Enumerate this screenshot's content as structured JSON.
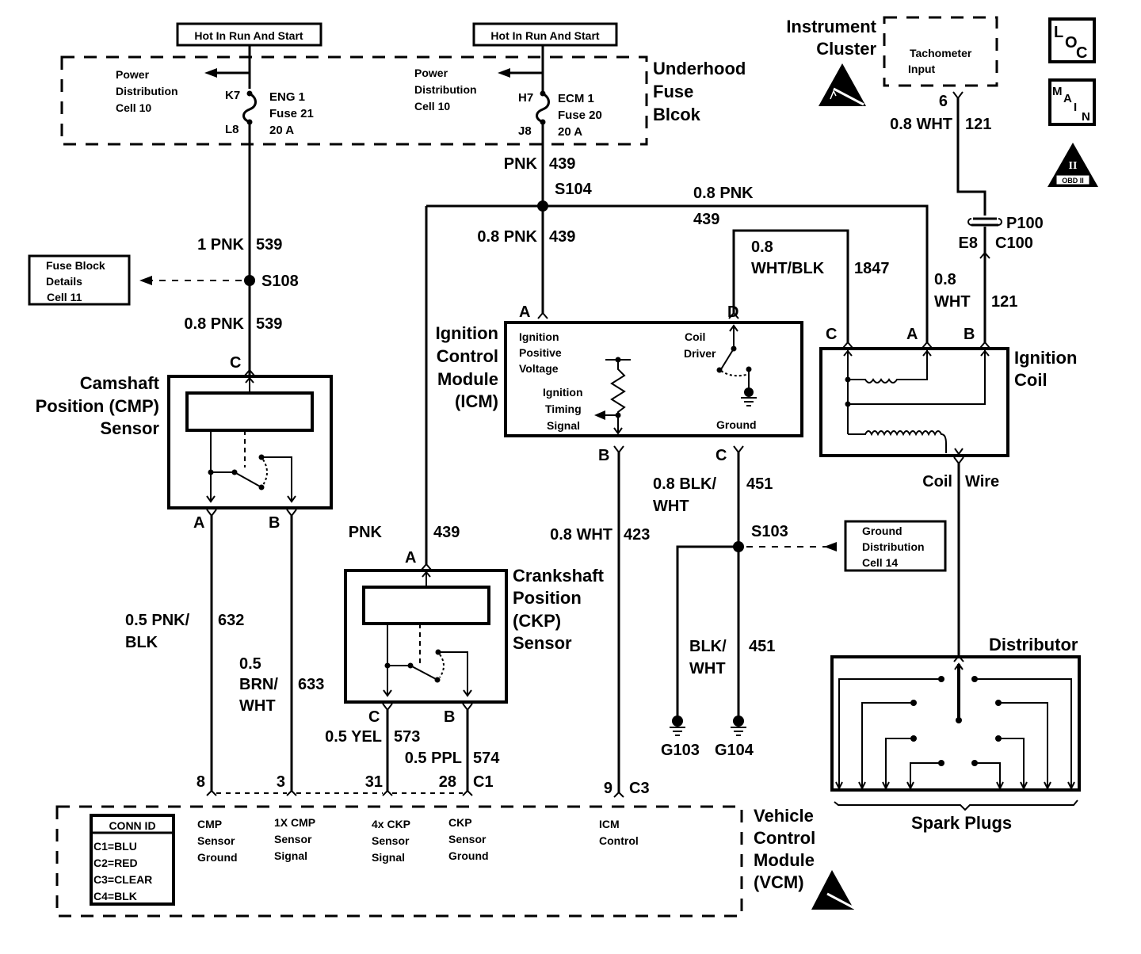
{
  "diagram": {
    "title": "Ignition System Wiring Schematic",
    "power_labels": {
      "left": "Hot In Run And Start",
      "right": "Hot In Run And Start"
    },
    "underhood_fuse_block": {
      "name_lines": [
        "Underhood",
        "Fuse",
        "Blcok"
      ],
      "left_cell": [
        "Power",
        "Distribution",
        "Cell 10"
      ],
      "right_cell": [
        "Power",
        "Distribution",
        "Cell 10"
      ],
      "fuse_left": {
        "in_pin": "K7",
        "out_pin": "L8",
        "lines": [
          "ENG 1",
          "Fuse 21",
          "20 A"
        ]
      },
      "fuse_right": {
        "in_pin": "H7",
        "out_pin": "J8",
        "lines": [
          "ECM 1",
          "Fuse 20",
          "20 A"
        ]
      }
    },
    "instrument_cluster": {
      "name_lines": [
        "Instrument",
        "Cluster"
      ],
      "inner_lines": [
        "Tachometer",
        "Input"
      ],
      "pin": "6"
    },
    "badges": {
      "loc": [
        "L",
        "O",
        "C"
      ],
      "main": [
        "M",
        "A",
        "I",
        "N"
      ],
      "obd": {
        "roman": "II",
        "label": "OBD II"
      }
    },
    "wires": {
      "pnk539_top": {
        "color": "1 PNK",
        "circuit": "539"
      },
      "pnk539_bottom": {
        "color": "0.8 PNK",
        "circuit": "539"
      },
      "pnk439_top": {
        "color": "PNK",
        "circuit": "439"
      },
      "pnk439_icm": {
        "color": "0.8 PNK",
        "circuit": "439"
      },
      "pnk439_coil": {
        "color": "0.8 PNK",
        "circuit": "439"
      },
      "pnk439_ckp": {
        "color": "PNK",
        "circuit": "439"
      },
      "wht121_top": {
        "color": "0.8 WHT",
        "circuit": "121"
      },
      "wht121_bottom": {
        "color_lines": [
          "0.8",
          "WHT"
        ],
        "circuit": "121"
      },
      "whtblk1847": {
        "color_lines": [
          "0.8",
          "WHT/BLK"
        ],
        "circuit": "1847"
      },
      "pnkblk632": {
        "color_lines": [
          "0.5 PNK/",
          "BLK"
        ],
        "circuit": "632"
      },
      "brnwht633": {
        "color_lines": [
          "0.5",
          "BRN/",
          "WHT"
        ],
        "circuit": "633"
      },
      "yel573": {
        "color": "0.5 YEL",
        "circuit": "573"
      },
      "ppl574": {
        "color": "0.5 PPL",
        "circuit": "574"
      },
      "wht423": {
        "color": "0.8 WHT",
        "circuit": "423"
      },
      "blkwht451_top": {
        "color_lines": [
          "0.8 BLK/",
          "WHT"
        ],
        "circuit": "451"
      },
      "blkwht451_bottom": {
        "color_lines": [
          "BLK/",
          "WHT"
        ],
        "circuit": "451"
      },
      "coil_wire": {
        "left": "Coil",
        "right": "Wire"
      }
    },
    "splices": {
      "s108": "S108",
      "s104": "S104",
      "s103": "S103"
    },
    "connector_p100": {
      "name": "P100",
      "pin": "E8",
      "connector": "C100"
    },
    "fuse_block_details": [
      "Fuse Block",
      "Details",
      "Cell 11"
    ],
    "ground_distribution": [
      "Ground",
      "Distribution",
      "Cell 14"
    ],
    "grounds": [
      "G103",
      "G104"
    ],
    "cmp_sensor": {
      "name_lines": [
        "Camshaft",
        "Position (CMP)",
        "Sensor"
      ],
      "pins": {
        "top": "C",
        "left": "A",
        "right": "B"
      }
    },
    "ckp_sensor": {
      "name_lines": [
        "Crankshaft",
        "Position",
        "(CKP)",
        "Sensor"
      ],
      "pins": {
        "top": "A",
        "left": "C",
        "right": "B"
      }
    },
    "icm": {
      "name_lines": [
        "Ignition",
        "Control",
        "Module",
        "(ICM)"
      ],
      "positive_lines": [
        "Ignition",
        "Positive",
        "Voltage"
      ],
      "timing_lines": [
        "Ignition",
        "Timing",
        "Signal"
      ],
      "driver_lines": [
        "Coil",
        "Driver"
      ],
      "ground": "Ground",
      "pins": {
        "a": "A",
        "b": "B",
        "c": "C",
        "d": "D"
      }
    },
    "ignition_coil": {
      "name_lines": [
        "Ignition",
        "Coil"
      ],
      "pins": {
        "c": "C",
        "a": "A",
        "b": "B"
      }
    },
    "distributor": {
      "name": "Distributor",
      "spark_plugs": "Spark Plugs"
    },
    "vcm": {
      "name_lines": [
        "Vehicle",
        "Control",
        "Module",
        "(VCM)"
      ],
      "pins": [
        "8",
        "3",
        "31",
        "28",
        "9"
      ],
      "connectors": {
        "c1": "C1",
        "c3": "C3"
      },
      "conn_id": {
        "title": "CONN ID",
        "rows": [
          "C1=BLU",
          "C2=RED",
          "C3=CLEAR",
          "C4=BLK"
        ]
      },
      "functions": [
        [
          "CMP",
          "Sensor",
          "Ground"
        ],
        [
          "1X CMP",
          "Sensor",
          "Signal"
        ],
        [
          "4x CKP",
          "Sensor",
          "Signal"
        ],
        [
          "CKP",
          "Sensor",
          "Ground"
        ],
        [
          "ICM",
          "Control"
        ]
      ]
    }
  }
}
